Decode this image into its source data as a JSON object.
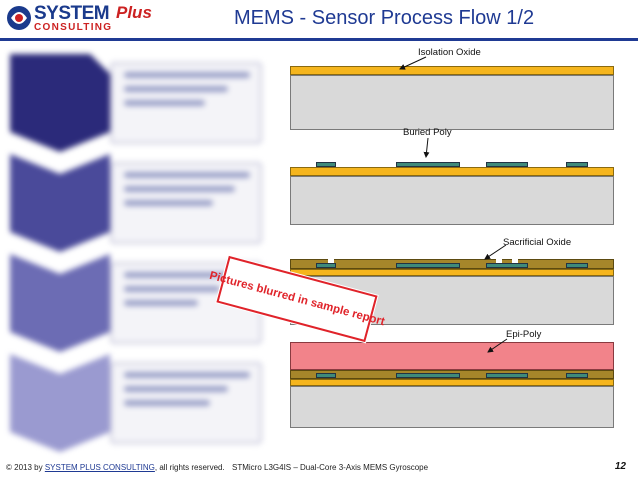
{
  "header": {
    "logo_top": "SYSTEM",
    "logo_plus": "Plus",
    "logo_bottom": "CONSULTING",
    "title": "MEMS - Sensor Process Flow 1/2"
  },
  "cross_sections": {
    "labels": {
      "isolation_oxide": "Isolation Oxide",
      "buried_poly": "Buried Poly",
      "sacrificial_oxide": "Sacrificial Oxide",
      "epi_poly": "Epi-Poly"
    }
  },
  "stamp": {
    "text": "Pictures blurred in sample report"
  },
  "footer": {
    "copyright_prefix": "© 2013 by ",
    "company": "SYSTEM PLUS CONSULTING",
    "copyright_suffix": ", all rights reserved.",
    "device": "STMicro L3G4IS – Dual-Core 3-Axis MEMS Gyroscope",
    "page_number": "12"
  },
  "colors": {
    "title_blue": "#1f3a93",
    "oxide": "#f5b51d",
    "poly": "#3f8a7a",
    "sacrificial": "#a6862a",
    "epi_poly": "#f2838a",
    "substrate": "#d9d9d9",
    "stamp_red": "#e0232a"
  }
}
